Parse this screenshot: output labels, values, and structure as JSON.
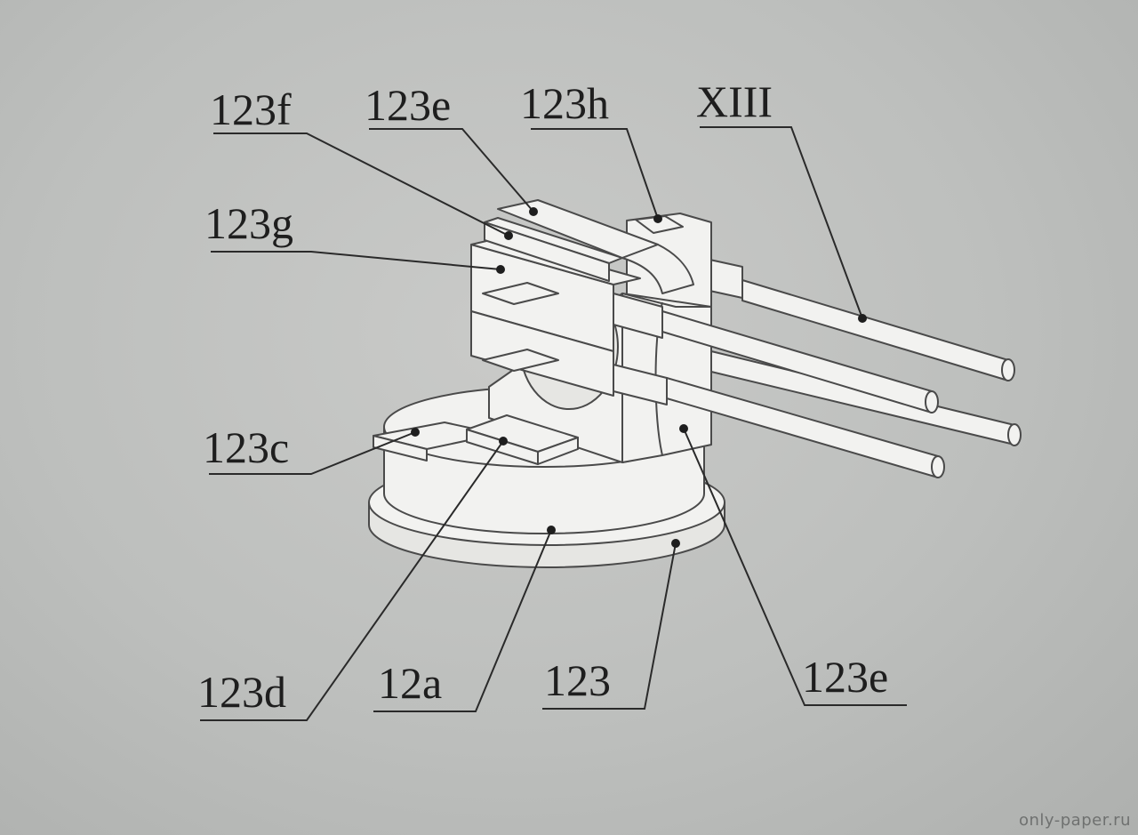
{
  "labels": {
    "f123f": "123f",
    "e123e_top": "123e",
    "h123h": "123h",
    "xiii": "XIII",
    "g123g": "123g",
    "c123c": "123c",
    "d123d": "123d",
    "a12a": "12a",
    "n123": "123",
    "e123e_bottom": "123e"
  },
  "watermark": "only-paper.ru"
}
